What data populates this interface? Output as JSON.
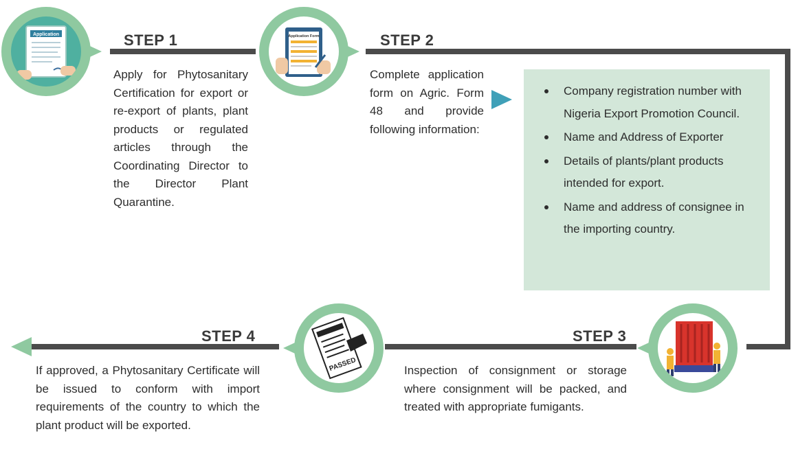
{
  "steps": [
    {
      "label": "STEP 1",
      "text": "Apply for Phytosanitary Certification for export or re-export of plants, plant products or regulated articles through the Coordinating Director to the Director Plant Quarantine.",
      "icon": "application-document-icon",
      "icon_text": "Application"
    },
    {
      "label": "STEP 2",
      "text": "Complete application form on Agric. Form 48 and provide following information:",
      "icon": "application-form-clipboard-icon",
      "icon_text": "Application Form"
    },
    {
      "label": "STEP 3",
      "text": "Inspection of consignment or storage where consignment will be packed, and treated with appropriate fumigants.",
      "icon": "shipping-container-workers-icon"
    },
    {
      "label": "STEP 4",
      "text": "If approved, a Phytosanitary Certificate will be issued to conform with import requirements of the country to which the plant product will be exported.",
      "icon": "inspection-passed-stamp-icon",
      "icon_text": "PASSED"
    }
  ],
  "information": [
    "Company registration number with Nigeria Export Promotion Council.",
    "Name and Address of Exporter",
    "Details of plants/plant products intended for export.",
    "Name and address of consignee in the importing country."
  ],
  "colors": {
    "circle": "#8fc9a0",
    "box": "#d3e7d9",
    "arrow": "#3fa0b8",
    "line": "#4b4b4b"
  }
}
